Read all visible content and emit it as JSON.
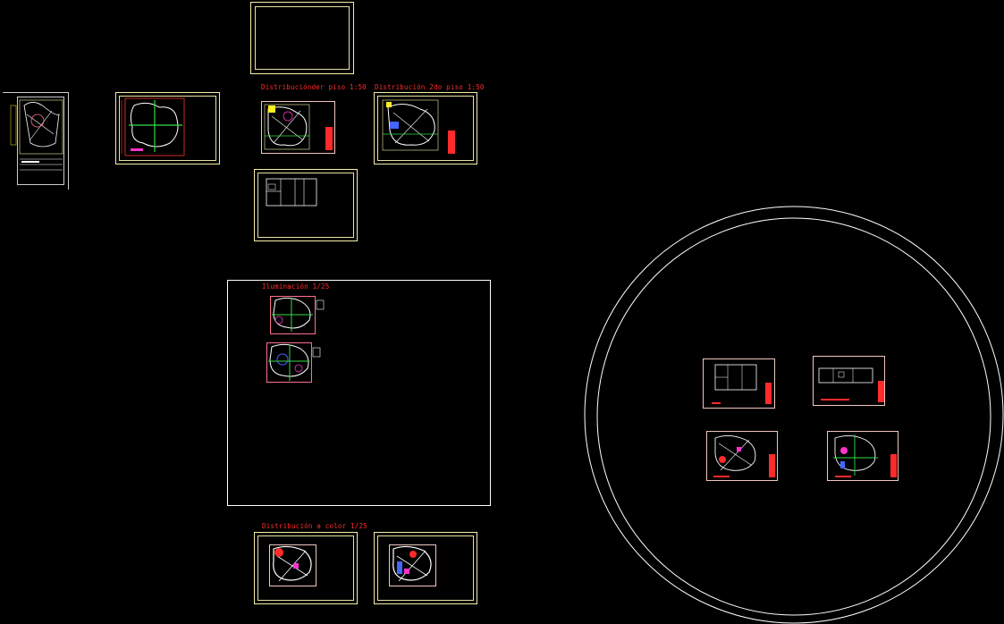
{
  "drawing": {
    "background": "#000000",
    "colors": {
      "frame_outer": "#f4eea8",
      "frame_inner": "#e8e2a0",
      "sheet_border": "#f0c8c0",
      "plan_pink": "#ff6f8f",
      "line_white": "#ffffff",
      "label_red": "#ff2a2a",
      "accent_green": "#33dd44",
      "accent_blue": "#4466ff",
      "accent_yellow": "#ffee22",
      "accent_magenta": "#ff33cc"
    },
    "labels": {
      "dist_1": "Distribuciónder piso 1:50",
      "dist_2": "Distribución 2do piso 1:50",
      "illum": "Iluminación 1/25",
      "color": "Distribución a color 1/25"
    }
  }
}
